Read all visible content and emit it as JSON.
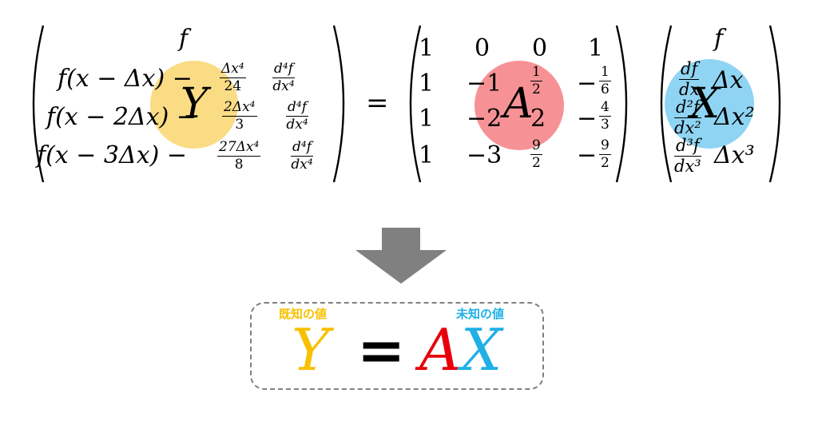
{
  "colors": {
    "yellow": "#F7C100",
    "red": "#E8000B",
    "blue": "#1FB0E6",
    "arrow": "#808080",
    "circle_yellow": "#F9D66E",
    "circle_red": "#F47F82",
    "circle_blue": "#7CCDF1"
  },
  "vector_Y": {
    "row1": "f",
    "row2": {
      "lhs": "f(x − Δx) − ",
      "num1": "Δx⁴",
      "den1": "24",
      "num2": "d⁴f",
      "den2": "dx⁴"
    },
    "row3": {
      "lhs": "f(x − 2Δx) − ",
      "num1": "2Δx⁴",
      "den1": "3",
      "num2": "d⁴f",
      "den2": "dx⁴"
    },
    "row4": {
      "lhs": "f(x − 3Δx) − ",
      "num1": "27Δx⁴",
      "den1": "8",
      "num2": "d⁴f",
      "den2": "dx⁴"
    },
    "label": "Y"
  },
  "equals": "=",
  "matrix_A": {
    "r1": [
      "1",
      "0",
      "0",
      "1"
    ],
    "r2": {
      "c1": "1",
      "c2": "−1",
      "c3_num": "1",
      "c3_den": "2",
      "c4_sign": "−",
      "c4_num": "1",
      "c4_den": "6"
    },
    "r3": {
      "c1": "1",
      "c2": "−2",
      "c3": "2",
      "c4_sign": "−",
      "c4_num": "4",
      "c4_den": "3"
    },
    "r4": {
      "c1": "1",
      "c2": "−3",
      "c3_num": "9",
      "c3_den": "2",
      "c4_sign": "−",
      "c4_num": "9",
      "c4_den": "2"
    },
    "label": "A"
  },
  "vector_X": {
    "row1": "f",
    "row2": {
      "num": "df",
      "den": "dx",
      "tail": "Δx"
    },
    "row3": {
      "num": "d²f",
      "den": "dx²",
      "tail": "Δx²"
    },
    "row4": {
      "num": "d³f",
      "den": "dx³",
      "tail": "Δx³"
    },
    "label": "X"
  },
  "summary": {
    "known_label": "既知の値",
    "unknown_label": "未知の値",
    "Y": "Y",
    "eq": "=",
    "A": "A",
    "X": "X"
  }
}
